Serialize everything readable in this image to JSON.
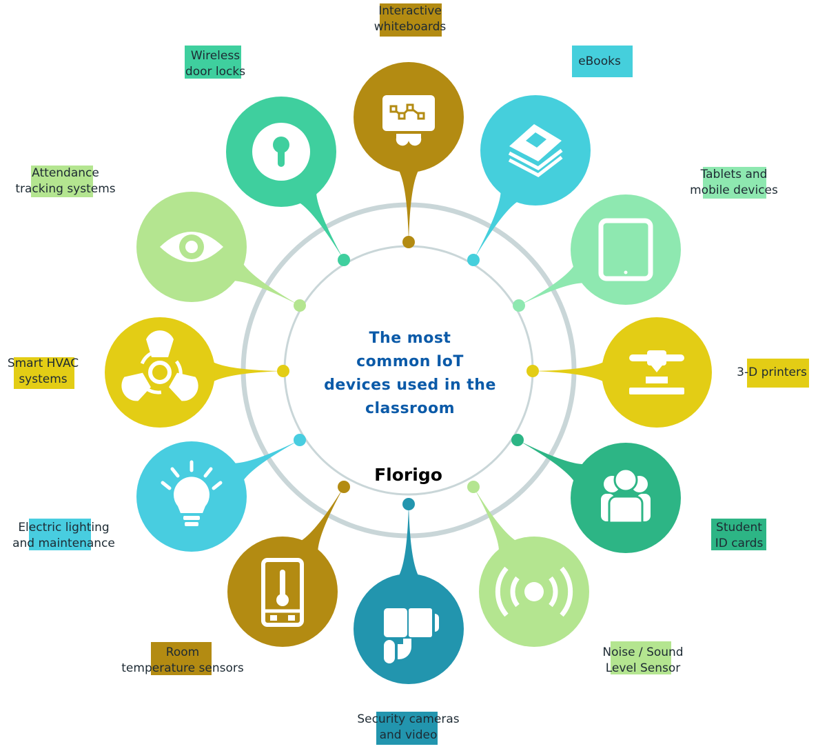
{
  "title": {
    "lines": [
      "The most",
      "common IoT",
      "devices used in the",
      "classroom"
    ]
  },
  "watermark": "Florigo",
  "colors": {
    "ring": "#c9d6d8",
    "title": "#0b5aa8",
    "gold": "#b38b12",
    "teal": "#3fcf9e",
    "cyan": "#45cfdc",
    "mint": "#8ee8b0",
    "yellow": "#e3cd15",
    "green": "#2db585",
    "lime": "#a8e38a",
    "petrol": "#2295ae",
    "lightgreen": "#b4e590",
    "sky": "#48cde0"
  },
  "devices": [
    {
      "id": "interactive-whiteboards",
      "lines": [
        "Interactive",
        "whiteboards"
      ],
      "icon": "whiteboard-icon",
      "color": "#b38b12"
    },
    {
      "id": "ebooks",
      "lines": [
        "eBooks"
      ],
      "icon": "book-stack-icon",
      "color": "#45cfdc"
    },
    {
      "id": "tablets",
      "lines": [
        "Tablets and",
        "mobile devices"
      ],
      "icon": "tablet-icon",
      "color": "#8ee8b0"
    },
    {
      "id": "3d-printers",
      "lines": [
        "3-D printers"
      ],
      "icon": "3d-printer-icon",
      "color": "#e3cd15"
    },
    {
      "id": "student-id-cards",
      "lines": [
        "Student",
        "ID cards"
      ],
      "icon": "people-group-icon",
      "color": "#2db585"
    },
    {
      "id": "noise-sensor",
      "lines": [
        "Noise / Sound",
        "Level Sensor"
      ],
      "icon": "signal-waves-icon",
      "color": "#b4e590"
    },
    {
      "id": "security-cameras",
      "lines": [
        "Security cameras",
        "and video"
      ],
      "icon": "security-camera-icon",
      "color": "#2295ae"
    },
    {
      "id": "room-temperature",
      "lines": [
        "Room",
        "temperature sensors"
      ],
      "icon": "thermometer-icon",
      "color": "#b38b12"
    },
    {
      "id": "electric-lighting",
      "lines": [
        "Electric lighting",
        "and maintenance"
      ],
      "icon": "light-bulb-icon",
      "color": "#48cde0"
    },
    {
      "id": "smart-hvac",
      "lines": [
        "Smart HVAC",
        "systems"
      ],
      "icon": "fan-icon",
      "color": "#e3cd15"
    },
    {
      "id": "attendance-tracking",
      "lines": [
        "Attendance",
        "tracking systems"
      ],
      "icon": "eye-icon",
      "color": "#b4e590"
    },
    {
      "id": "wireless-door-locks",
      "lines": [
        "Wireless",
        "door locks"
      ],
      "icon": "keyhole-icon",
      "color": "#3fcf9e"
    }
  ]
}
